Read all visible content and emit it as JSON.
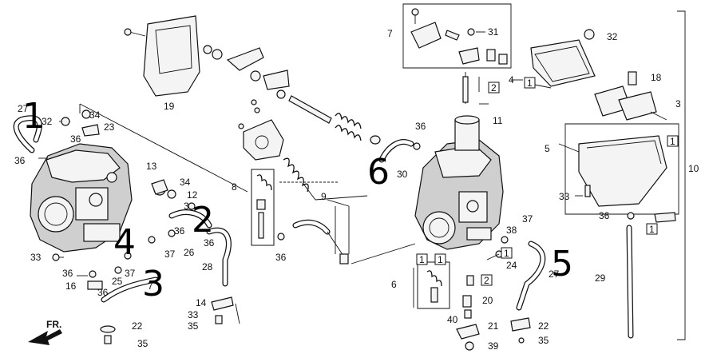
{
  "callouts": [
    {
      "text": "27"
    },
    {
      "text": "32"
    },
    {
      "text": "34"
    },
    {
      "text": "23"
    },
    {
      "text": "36"
    },
    {
      "text": "36"
    },
    {
      "text": "13"
    },
    {
      "text": "34"
    },
    {
      "text": "12"
    },
    {
      "text": "3"
    },
    {
      "text": "36"
    },
    {
      "text": "36"
    },
    {
      "text": "37"
    },
    {
      "text": "26"
    },
    {
      "text": "37"
    },
    {
      "text": "25"
    },
    {
      "text": "28"
    },
    {
      "text": "33"
    },
    {
      "text": "36"
    },
    {
      "text": "16"
    },
    {
      "text": "36"
    },
    {
      "text": "7"
    },
    {
      "text": "14"
    },
    {
      "text": "33"
    },
    {
      "text": "35"
    },
    {
      "text": "22"
    },
    {
      "text": "35"
    },
    {
      "text": "19"
    },
    {
      "text": "8"
    },
    {
      "text": "9"
    },
    {
      "text": "36"
    },
    {
      "text": "7"
    },
    {
      "text": "31"
    },
    {
      "text": "32"
    },
    {
      "text": "4"
    },
    {
      "text": "18"
    },
    {
      "text": "3"
    },
    {
      "text": "11"
    },
    {
      "text": "36"
    },
    {
      "text": "30"
    },
    {
      "text": "5"
    },
    {
      "text": "10"
    },
    {
      "text": "33"
    },
    {
      "text": "36"
    },
    {
      "text": "37"
    },
    {
      "text": "38"
    },
    {
      "text": "24"
    },
    {
      "text": "27"
    },
    {
      "text": "29"
    },
    {
      "text": "6"
    },
    {
      "text": "20"
    },
    {
      "text": "40"
    },
    {
      "text": "21"
    },
    {
      "text": "39"
    },
    {
      "text": "22"
    },
    {
      "text": "35"
    }
  ],
  "boxed_callouts": [
    {
      "text": "1"
    },
    {
      "text": "2"
    },
    {
      "text": "1"
    },
    {
      "text": "1"
    },
    {
      "text": "1"
    },
    {
      "text": "1"
    },
    {
      "text": "2"
    },
    {
      "text": "1"
    }
  ],
  "handwritten_marks": [
    {
      "text": "1"
    },
    {
      "text": "2"
    },
    {
      "text": "3"
    },
    {
      "text": "4"
    },
    {
      "text": "5"
    },
    {
      "text": "6"
    }
  ],
  "front_indicator": {
    "text": "FR."
  }
}
